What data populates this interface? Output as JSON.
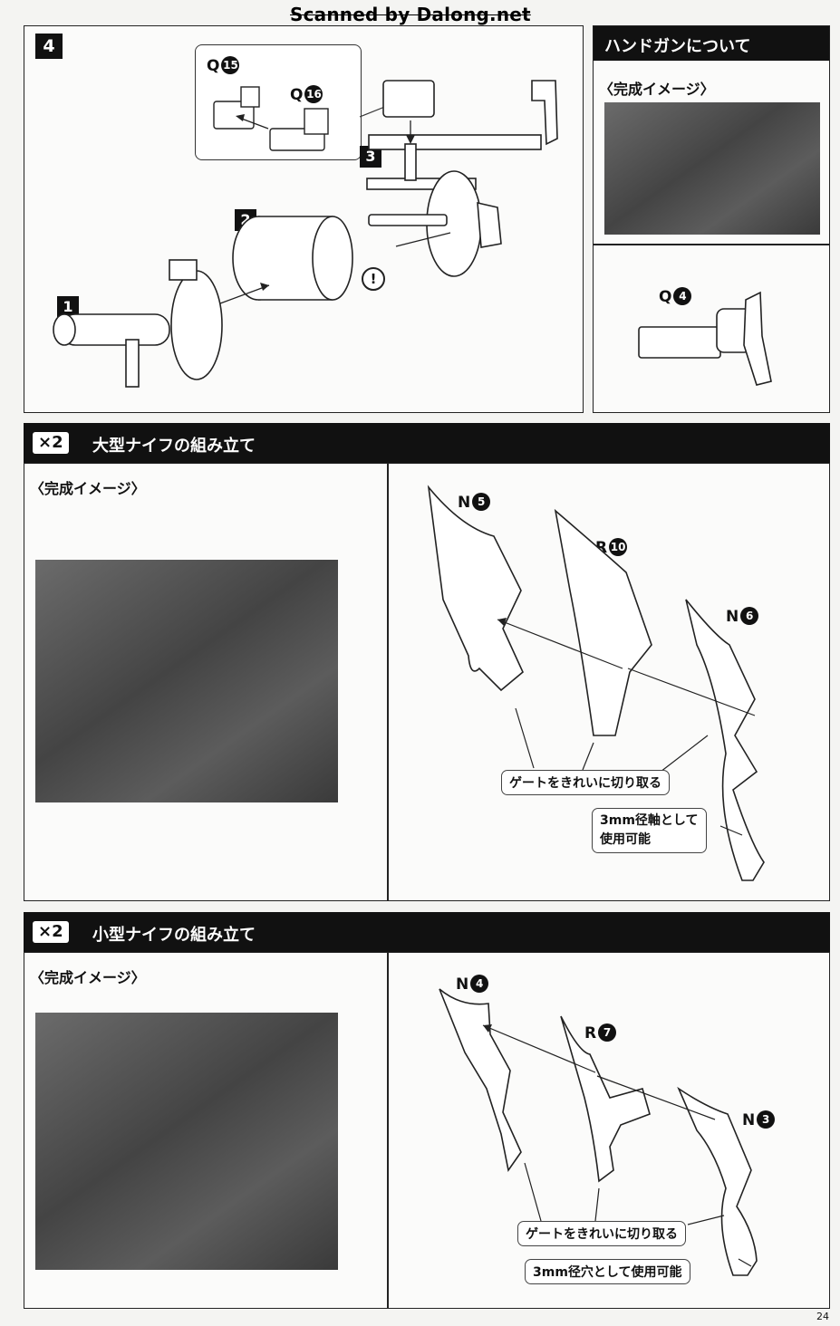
{
  "watermark": "Scanned by Dalong.net",
  "step4": {
    "number": "4",
    "sub_steps": [
      "1",
      "2",
      "3"
    ],
    "parts": {
      "q15": {
        "letter": "Q",
        "num": "15"
      },
      "q16": {
        "letter": "Q",
        "num": "16"
      }
    },
    "warning": "!"
  },
  "handgun": {
    "title": "ハンドガンについて",
    "caption": "〈完成イメージ〉",
    "part": {
      "letter": "Q",
      "num": "4"
    }
  },
  "large_knife": {
    "count": "×2",
    "title": "大型ナイフの組み立て",
    "caption": "〈完成イメージ〉",
    "parts": [
      {
        "letter": "N",
        "num": "5"
      },
      {
        "letter": "R",
        "num": "10"
      },
      {
        "letter": "N",
        "num": "6"
      }
    ],
    "callout_gate": "ゲートをきれいに切り取る",
    "callout_shaft_line1": "3mm径軸として",
    "callout_shaft_line2": "使用可能"
  },
  "small_knife": {
    "count": "×2",
    "title": "小型ナイフの組み立て",
    "caption": "〈完成イメージ〉",
    "parts": [
      {
        "letter": "N",
        "num": "4"
      },
      {
        "letter": "R",
        "num": "7"
      },
      {
        "letter": "N",
        "num": "3"
      }
    ],
    "callout_gate": "ゲートをきれいに切り取る",
    "callout_hole": "3mm径穴として使用可能"
  },
  "page_number": "24"
}
